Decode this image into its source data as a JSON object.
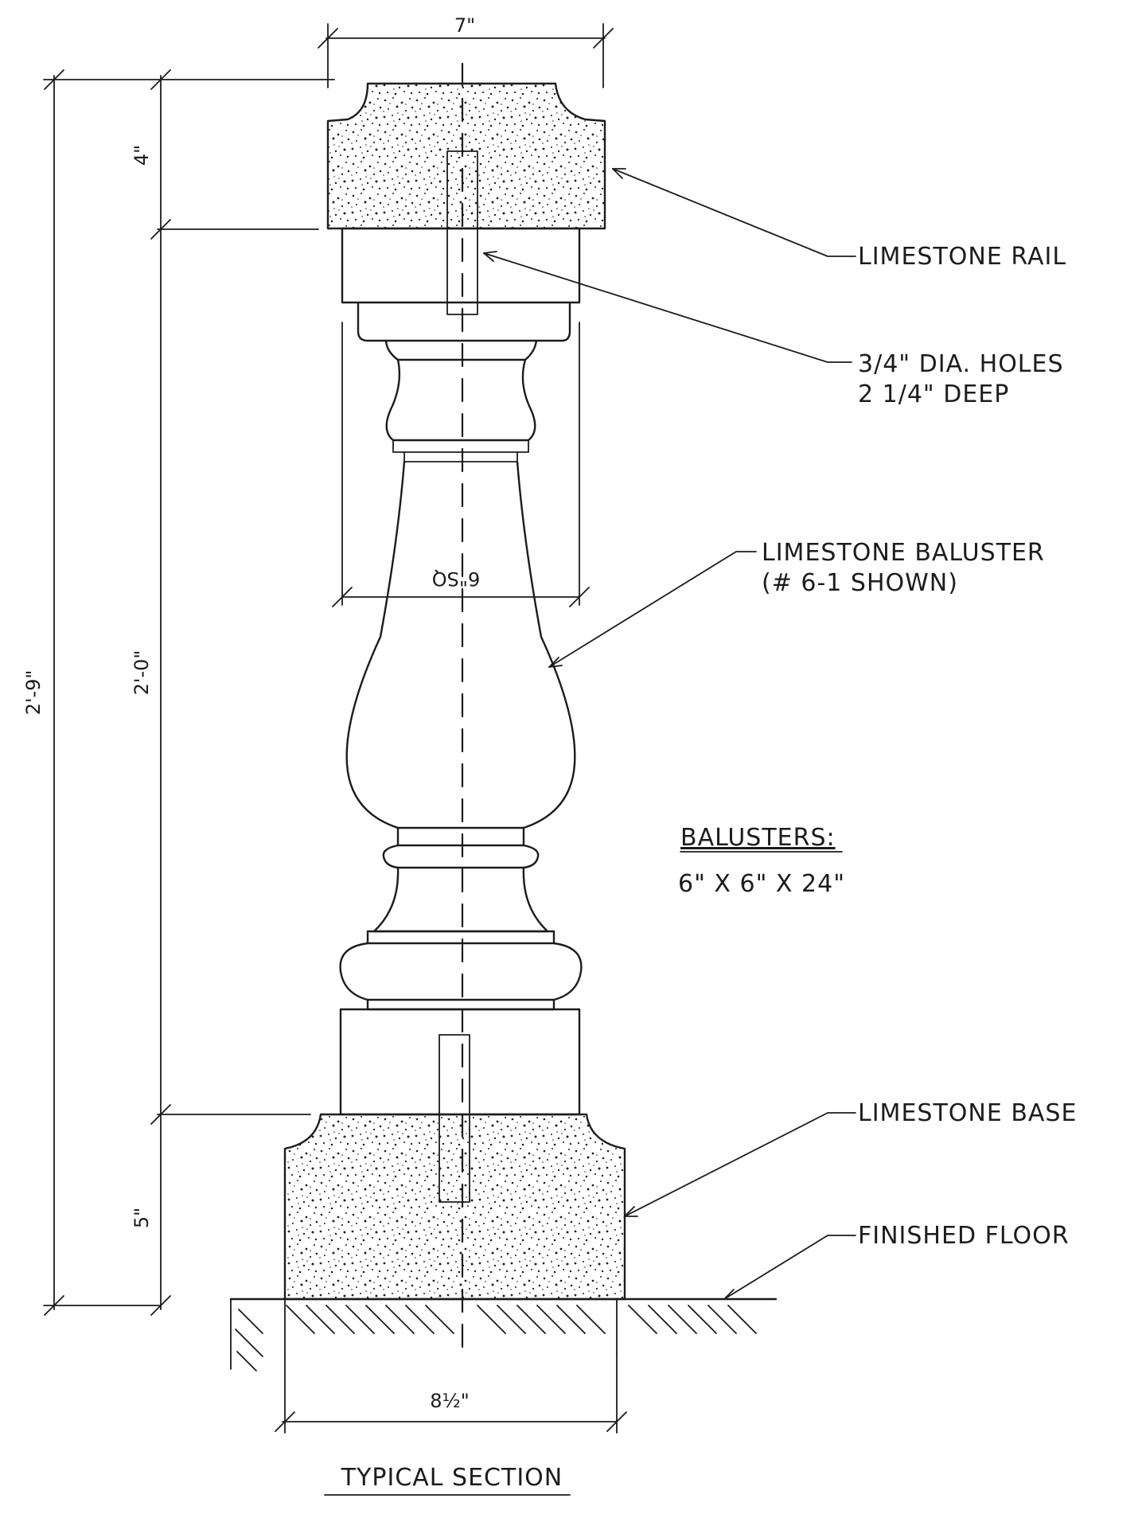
{
  "labels": {
    "rail": "LIMESTONE RAIL",
    "holes_line1": "3/4\" DIA. HOLES",
    "holes_line2": "2 1/4\" DEEP",
    "baluster_line1": "LIMESTONE BALUSTER",
    "baluster_line2": "(# 6-1 SHOWN)",
    "balusters_heading": "BALUSTERS:",
    "balusters_size": "6\" X 6\" X 24\"",
    "base": "LIMESTONE BASE",
    "floor": "FINISHED FLOOR",
    "title": "TYPICAL SECTION"
  },
  "dimensions": {
    "top_width": "7\"",
    "rail_height": "4\"",
    "total_height": "2'-9\"",
    "baluster_height": "2'-0\"",
    "base_height": "5\"",
    "baluster_square": "6\"SQ",
    "base_width": "8½\""
  }
}
